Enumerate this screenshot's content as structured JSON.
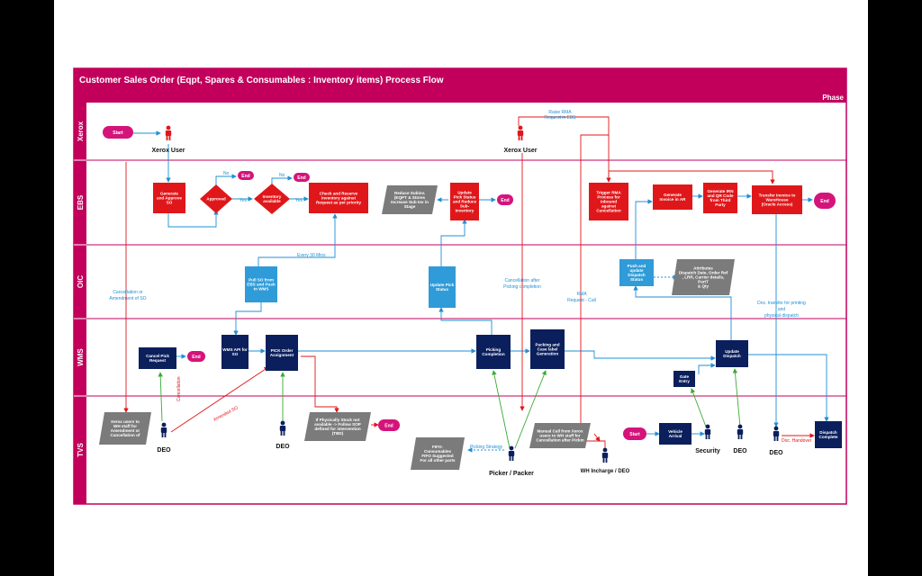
{
  "title": "Customer Sales Order (Eqpt, Spares & Consumables : Inventory items) Process Flow",
  "phase": "Phase",
  "colors": {
    "title_bar": "#c2005c",
    "red_box": "#e0171a",
    "navy_box": "#0b1f5c",
    "blue_box": "#2f9bd8",
    "grey_box": "#7b7b7b",
    "end": "#d4147a",
    "line": "#1f8fd6",
    "green": "#3aaa35"
  },
  "lanes": [
    "Xerox",
    "EBS",
    "OIC",
    "WMS",
    "TVS"
  ],
  "actors": {
    "xerox_user_1": "Xerox User",
    "xerox_user_2": "Xerox User",
    "deo_1": "DEO",
    "deo_2": "DEO",
    "picker_packer": "Picker / Packer",
    "wh_incharge": "WH Incharge / DEO",
    "security": "Security",
    "deo_3": "DEO",
    "deo_4": "DEO"
  },
  "terminals": {
    "start1": "Start",
    "start2": "Start",
    "end": "End"
  },
  "boxes": {
    "generate_approve_so": [
      "Generate",
      "and Approve",
      "SO"
    ],
    "approved": [
      "Approved"
    ],
    "inventory_available": [
      "Inventory",
      "available"
    ],
    "check_reserve": [
      "Check and Reserve",
      "inventory against",
      "Request as per priority"
    ],
    "reduce_subinv": [
      "Reduce Subinv.",
      "(EQPT & Stores",
      "Increase Sub Inv in",
      "Stage"
    ],
    "update_pick_status_ebs": [
      "Update",
      "Pick Status",
      "and Reduce",
      "Sub-",
      "Inventory"
    ],
    "trigger_rma": [
      "Trigger RMA",
      "Process for",
      "Inbound",
      "against",
      "Cancellation"
    ],
    "generate_invoice": [
      "Generate",
      "Invoice in AR"
    ],
    "generate_irn": [
      "Generate IRN",
      "and QR Code",
      "from Third",
      "Party"
    ],
    "transfer_invoice": [
      "Transfer Invoice to",
      "WareHouse",
      "(Oracle Access)"
    ],
    "pull_so": [
      "Pull SO from",
      "EBS and Push",
      "to WMS"
    ],
    "update_pick_status_oic": [
      "Update Pick",
      "Status"
    ],
    "push_dispatch": [
      "Push and",
      "update",
      "Dispatch",
      "Status"
    ],
    "attributes": [
      "Attributes",
      "Dispatch Date, Order Ref",
      ", LRR, Carrier details,",
      "PartT",
      "& Qty"
    ],
    "cancel_pick": [
      "Cancel Pick",
      "Request"
    ],
    "wms_api": [
      "WMS API for",
      "SO"
    ],
    "pick_order": [
      "PICK Order",
      "Assignment"
    ],
    "picking_completion": [
      "Picking",
      "Completion"
    ],
    "packing": [
      "Packing and",
      "Case label",
      "Generation"
    ],
    "update_dispatch": [
      "Update",
      "Dispatch"
    ],
    "gate_entry": [
      "Gate",
      "Entry"
    ],
    "xerox_wh": [
      "Xerox users to",
      "WH staff for",
      "Amendment or",
      "Cancellation of"
    ],
    "physically_stock": [
      "If Physically Stock not",
      "available -> Follow SOP",
      "defined for intervention",
      "(TBD)"
    ],
    "fifo": [
      "FIFO-",
      "Consumables",
      "FIFO Suggested",
      "For all other parts"
    ],
    "manual_call": [
      "Manual Call from Xerox",
      "users to WH staff for",
      "Cancellation after Pickin"
    ],
    "vehicle": [
      "Vehicle",
      "Arrival"
    ],
    "dispatch_complete": [
      "Dispatch",
      "Complete"
    ]
  },
  "labels": {
    "no1": "No",
    "no2": "No",
    "yes1": "Yes",
    "yes2": "Yes",
    "every30": "Every 30 Mins",
    "raise_rma": [
      "Raise RMA",
      "Request in EBS"
    ],
    "cancel_amend": [
      "Cancellation or",
      "Amendment of SO"
    ],
    "cancel_after_pick": [
      "Cancellation after",
      "Picking completion"
    ],
    "rma_call": [
      "RMA",
      "Request - Call"
    ],
    "doc_transfer": [
      "Doc. transfer for printing",
      "and",
      "physical dispatch"
    ],
    "cancellation_vert": "Cancellation",
    "amended_so": "Amended SO",
    "picking_strategy": "Picking Strategy",
    "doc_handover": "Doc. Handover"
  }
}
